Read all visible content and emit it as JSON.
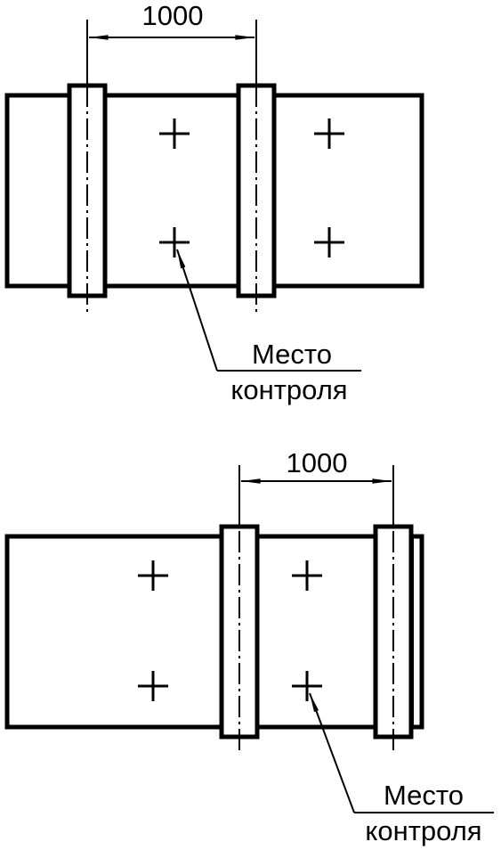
{
  "figures": [
    {
      "dimension": "1000",
      "callout": [
        "Место",
        "контроля"
      ]
    },
    {
      "dimension": "1000",
      "callout": [
        "Место",
        "контроля"
      ]
    }
  ],
  "colors": {
    "stroke": "#000000",
    "background": "#ffffff"
  }
}
